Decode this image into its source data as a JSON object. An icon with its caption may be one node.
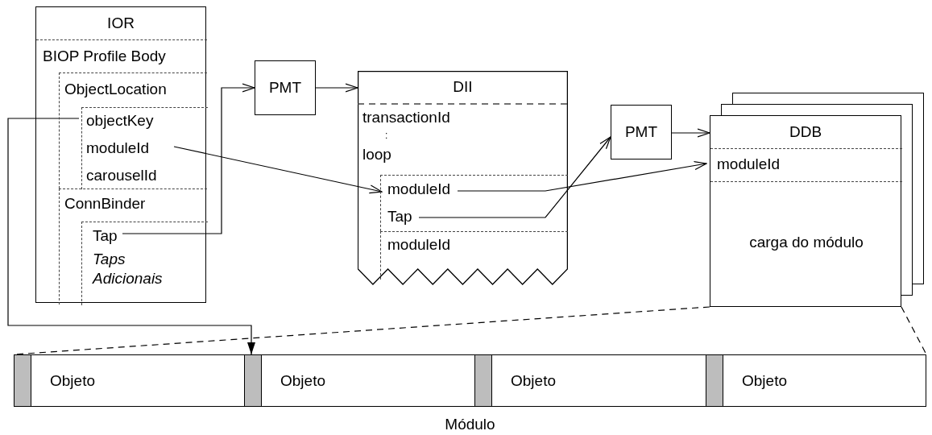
{
  "diagram": {
    "nodes": [
      {
        "text": [
          "IOR"
        ]
      },
      {
        "text": [
          "BIOP Profile Body"
        ],
        "in": 0
      },
      {
        "text": [
          "ObjectLocation"
        ],
        "in": 1
      },
      {
        "text": [],
        "shape": "box",
        "in": 2
      },
      {
        "text": [
          "objectKey"
        ],
        "in": 3
      },
      {
        "text": [
          "moduleId"
        ],
        "in": 3
      },
      {
        "text": [
          "carouselId"
        ],
        "in": 3
      },
      {
        "text": [
          "ConnBinder"
        ],
        "in": 1
      },
      {
        "text": [],
        "shape": "box",
        "in": 7
      },
      {
        "text": [
          "Tap"
        ],
        "in": 8
      },
      {
        "text": [
          "Taps Adicionais"
        ],
        "in": 8
      },
      {
        "text": [
          "PMT"
        ]
      },
      {
        "text": [
          "DII"
        ]
      },
      {
        "text": [
          "transactionId"
        ],
        "in": 12
      },
      {
        "text": [
          "loop"
        ],
        "in": 12
      },
      {
        "text": [],
        "shape": "box",
        "in": 12
      },
      {
        "text": [
          "moduleId"
        ],
        "in": 15
      },
      {
        "text": [
          "Tap"
        ],
        "in": 15
      },
      {
        "text": [
          "moduleId"
        ],
        "in": 12
      },
      {
        "text": [
          "PMT"
        ]
      },
      {
        "text": [
          "DDB"
        ]
      },
      {
        "text": [
          "moduleId"
        ],
        "in": 20
      },
      {
        "text": [
          "carga do módulo"
        ],
        "in": 20
      },
      {
        "text": [],
        "shape": "bar",
        "beside": [
          "Módulo"
        ]
      },
      {
        "text": [
          "Objeto"
        ],
        "in": 23
      },
      {
        "text": [
          "Objeto"
        ],
        "in": 23
      },
      {
        "text": [
          "Objeto"
        ],
        "in": 23
      },
      {
        "text": [
          "Objeto"
        ],
        "in": 23
      }
    ],
    "edges": [
      {
        "from": 4,
        "to": 25,
        "arrow": "to"
      },
      {
        "from": 5,
        "to": 16,
        "arrow": "to"
      },
      {
        "from": 9,
        "to": 11,
        "arrow": "to"
      },
      {
        "from": 11,
        "to": 12,
        "arrow": "to"
      },
      {
        "from": 17,
        "to": 19,
        "arrow": "to"
      },
      {
        "from": 16,
        "to": 21,
        "arrow": "to"
      },
      {
        "from": 19,
        "to": 20,
        "arrow": "to"
      },
      {
        "from": 20,
        "to": 23,
        "arrow": "none",
        "style": "dashed"
      },
      {
        "from": 20,
        "to": 23,
        "arrow": "none",
        "style": "dashed"
      }
    ],
    "labels": [
      ":"
    ]
  }
}
